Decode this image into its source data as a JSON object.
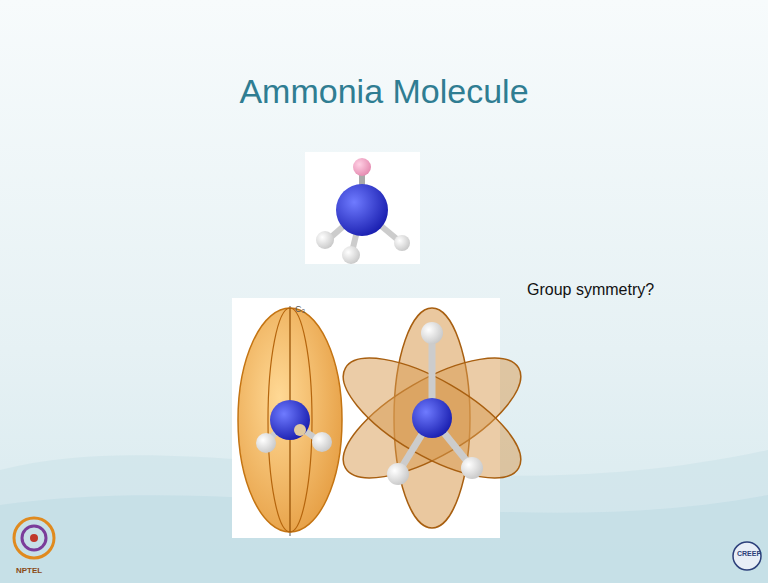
{
  "diagram": {
    "title": "Ammonia Molecule",
    "labels": [
      "Group symmetry?",
      "C₃",
      "NPTEL",
      "CREEP"
    ]
  }
}
